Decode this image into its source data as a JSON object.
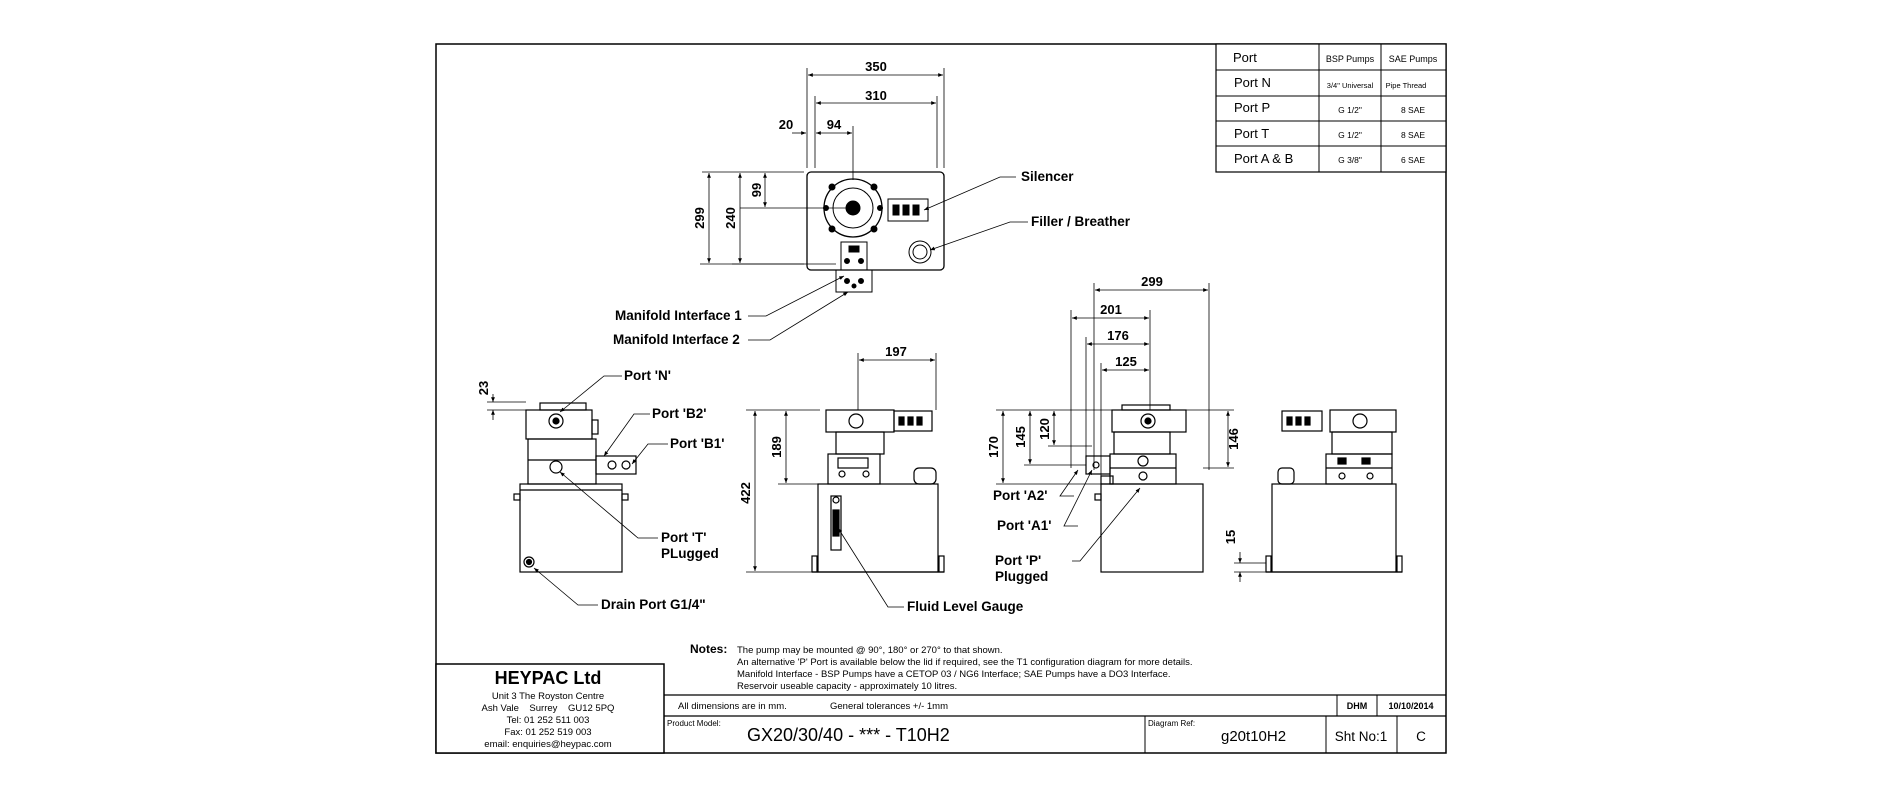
{
  "port_table": {
    "headers": [
      "Port",
      "BSP Pumps",
      "SAE Pumps"
    ],
    "port_n": {
      "label": "Port N",
      "bsp": "3/4\" Universal",
      "sae": "Pipe Thread"
    },
    "rows": [
      {
        "port": "Port P",
        "bsp": "G 1/2\"",
        "sae": "8 SAE"
      },
      {
        "port": "Port T",
        "bsp": "G 1/2\"",
        "sae": "8 SAE"
      },
      {
        "port": "Port A & B",
        "bsp": "G 3/8\"",
        "sae": "6 SAE"
      }
    ]
  },
  "dimensions": {
    "d350": "350",
    "d310": "310",
    "d20": "20",
    "d94": "94",
    "d99": "99",
    "d240": "240",
    "d299": "299",
    "d23": "23",
    "d197": "197",
    "d189": "189",
    "d422": "422",
    "d299b": "299",
    "d201": "201",
    "d176": "176",
    "d125": "125",
    "d170": "170",
    "d145": "145",
    "d120": "120",
    "d146": "146",
    "d15": "15"
  },
  "callouts": {
    "silencer": "Silencer",
    "filler": "Filler / Breather",
    "manifold1": "Manifold Interface 1",
    "manifold2": "Manifold Interface 2",
    "port_n": "Port 'N'",
    "port_b2": "Port 'B2'",
    "port_b1": "Port 'B1'",
    "port_t": "Port 'T'",
    "port_t2": "PLugged",
    "drain": "Drain Port G1/4\"",
    "fluid": "Fluid Level Gauge",
    "port_a2": "Port 'A2'",
    "port_a1": "Port 'A1'",
    "port_p": "Port 'P'",
    "port_p2": "Plugged"
  },
  "notes": {
    "heading": "Notes:",
    "lines": [
      "The pump may be mounted @ 90°, 180° or 270° to that shown.",
      "An alternative 'P' Port is available below the lid if required, see the T1 configuration diagram for more details.",
      "Manifold Interface - BSP Pumps have a CETOP 03 / NG6 Interface; SAE Pumps have a DO3 Interface.",
      "Reservoir useable capacity - approximately 10 litres."
    ]
  },
  "company": {
    "name": "HEYPAC Ltd",
    "address1": "Unit 3 The Royston Centre",
    "address2": "Ash Vale    Surrey    GU12 5PQ",
    "tel": "Tel: 01 252 511 003",
    "fax": "Fax: 01 252 519 003",
    "email": "email: enquiries@heypac.com"
  },
  "title_block": {
    "dims_note": "All dimensions are in mm.",
    "tolerance": "General tolerances +/- 1mm",
    "drawn_by": "DHM",
    "date": "10/10/2014",
    "product_label": "Product Model:",
    "product": "GX20/30/40 - *** - T10H2",
    "diagram_label": "Diagram Ref:",
    "diagram": "g20t10H2",
    "sheet": "Sht No:1",
    "revision": "C"
  }
}
